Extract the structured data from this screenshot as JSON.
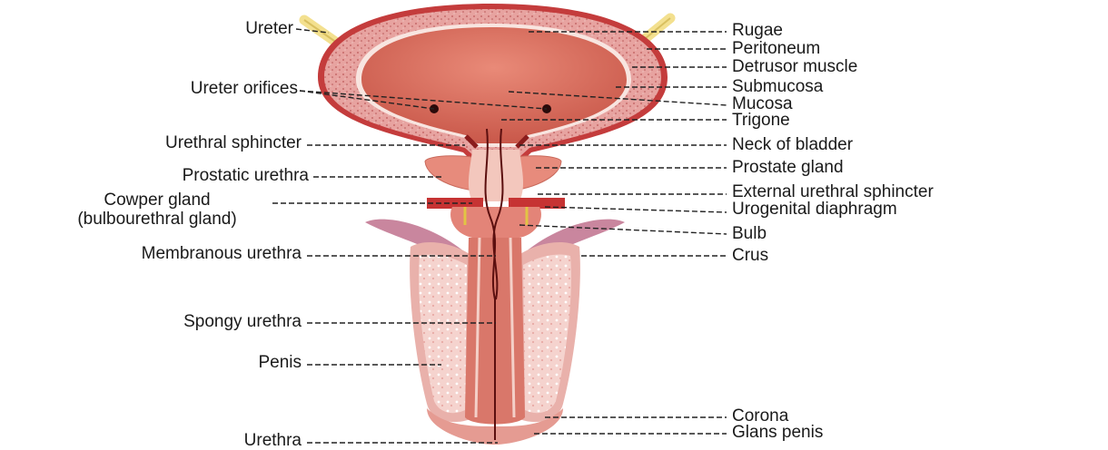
{
  "colors": {
    "bladder_wall": "#e8a0a0",
    "bladder_lumen": "#d8695a",
    "peritoneum": "#c23a3a",
    "ureter": "#f2e08a",
    "erectile": "#f4cfc9",
    "urethra": "#cc5a4a",
    "leader": "#222222"
  },
  "labels_left": [
    "Ureter",
    "Ureter orifices",
    "Urethral sphincter",
    "Prostatic urethra",
    "Cowper gland",
    "(bulbourethral gland)",
    "Membranous urethra",
    "Spongy urethra",
    "Penis",
    "Urethra"
  ],
  "labels_right": [
    "Rugae",
    "Peritoneum",
    "Detrusor muscle",
    "Submucosa",
    "Mucosa",
    "Trigone",
    "Neck of bladder",
    "Prostate gland",
    "External urethral sphincter",
    "Urogenital diaphragm",
    "Bulb",
    "Crus",
    "Corona",
    "Glans penis"
  ]
}
